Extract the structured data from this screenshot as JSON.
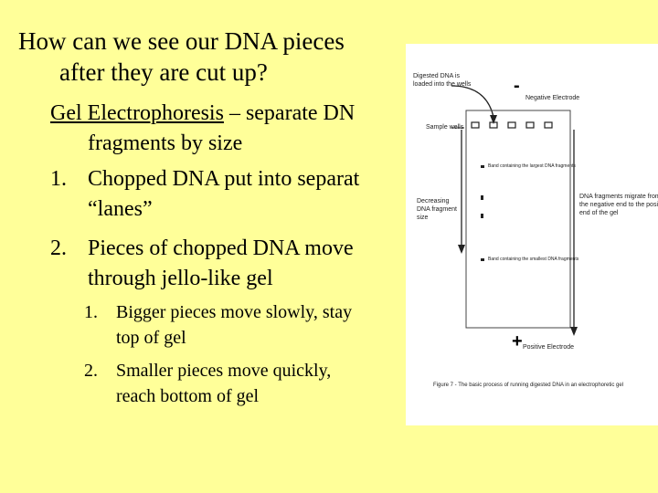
{
  "slide": {
    "title_line1": "How can we see our DNA pieces",
    "title_line2": "after they are cut up?",
    "intro_term": "Gel Electrophoresis",
    "intro_rest": " – separate DN",
    "intro_line2": "fragments by size",
    "item1_num": "1.",
    "item1_line1": "Chopped DNA put into separat",
    "item1_line2": "“lanes”",
    "item2_num": "2.",
    "item2_line1": "Pieces of chopped DNA move",
    "item2_line2": "through jello-like gel",
    "sub1_num": "1.",
    "sub1_line1": "Bigger pieces move slowly, stay",
    "sub1_line2": "top of gel",
    "sub2_num": "2.",
    "sub2_line1": "Smaller pieces move quickly,",
    "sub2_line2": "reach bottom of gel"
  },
  "figure": {
    "label_digested_1": "Digested DNA is",
    "label_digested_2": "loaded into the wells",
    "neg_symbol": "-",
    "neg_label": "Negative Electrode",
    "sample_wells": "Sample wells",
    "band_largest": "Band containing the largest DNA fragments",
    "decreasing_1": "Decreasing",
    "decreasing_2": "DNA fragment",
    "decreasing_3": "size",
    "migrate_1": "DNA fragments migrate from",
    "migrate_2": "the negative end to the positive",
    "migrate_3": "end of the gel",
    "band_smallest": "Band containing the smallest DNA fragments",
    "pos_symbol": "+",
    "pos_label": "Positive Electrode",
    "caption": "Figure 7 - The basic process of running digested DNA in an electrophoretic gel"
  }
}
